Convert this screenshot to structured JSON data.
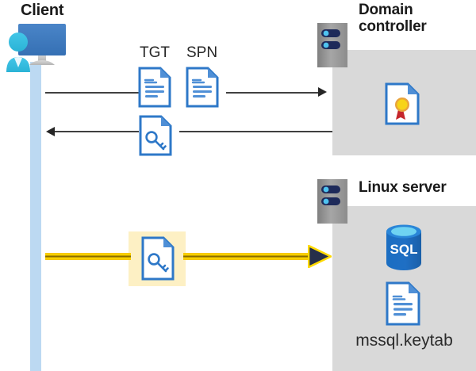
{
  "diagram": {
    "title_client": "Client",
    "title_domain_controller": "Domain\ncontroller",
    "title_domain_controller_line1": "Domain",
    "title_domain_controller_line2": "controller",
    "title_linux_server": "Linux server",
    "keytab_filename": "mssql.keytab",
    "labels": {
      "tgt": "TGT",
      "spn": "SPN"
    },
    "icons": {
      "client": "client-workstation-icon",
      "server_rack": "server-rack-icon",
      "document": "document-icon",
      "key_document": "key-document-icon",
      "certificate_document": "certificate-document-icon",
      "sql_database": "sql-database-icon",
      "keytab_document": "keytab-document-icon"
    },
    "flows": [
      {
        "name": "request-tgt-spn",
        "direction": "right",
        "style": "thin-gray",
        "from": "client",
        "to": "domain-controller"
      },
      {
        "name": "return-service-ticket",
        "direction": "left",
        "style": "thin-gray",
        "from": "domain-controller",
        "to": "client"
      },
      {
        "name": "present-service-ticket",
        "direction": "right",
        "style": "thick-yellow-highlight",
        "from": "client",
        "to": "linux-server"
      }
    ],
    "sql_label": "SQL",
    "colors": {
      "panel_gray": "#d9d9d9",
      "lifeline_blue": "#bcd9f2",
      "highlight_yellow": "#fdf0c4",
      "arrow_yellow": "#ffd900",
      "doc_border_blue": "#2e78c8",
      "doc_fold_blue": "#3f7fd0",
      "sql_blue": "#1f6fc4",
      "cert_gold": "#f5c518",
      "cert_red": "#c5262c",
      "line_gray": "#404040",
      "server_gray": "#9b9b9b",
      "server_navy": "#1e2a5a",
      "monitor_blue": "#3f7fc4",
      "person_cyan": "#35c1e0",
      "title_black": "#1a1a1a"
    }
  }
}
